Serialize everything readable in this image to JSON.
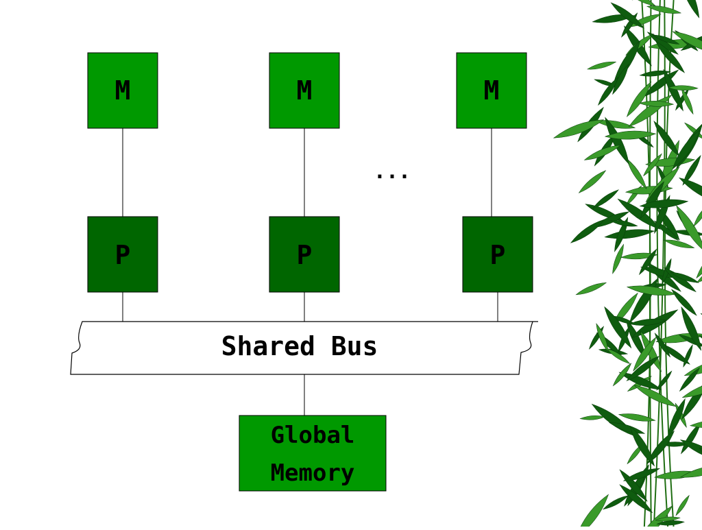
{
  "diagram": {
    "memory_label": "M",
    "processor_label": "P",
    "ellipsis": "...",
    "bus_label": "Shared Bus",
    "global_memory_line1": "Global",
    "global_memory_line2": "Memory"
  },
  "colors": {
    "memory_fill": "#009900",
    "processor_fill": "#006600",
    "global_memory_fill": "#009900",
    "outline": "#000000",
    "background": "#ffffff",
    "leaf_dark": "#0f5c0f",
    "leaf_light": "#3a9a2a"
  },
  "decoration": {
    "right_edge": "bamboo-foliage"
  }
}
